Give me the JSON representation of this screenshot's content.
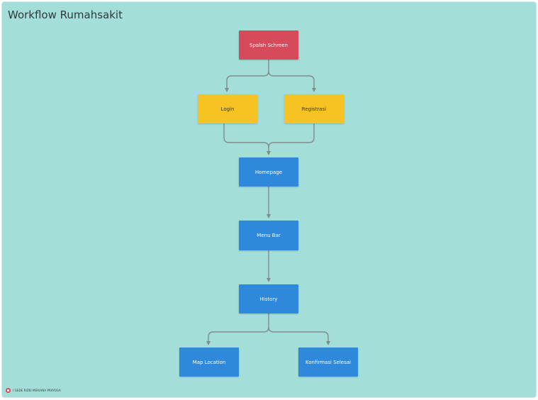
{
  "title": "Workflow Rumahsakit",
  "colors": {
    "background": "#a3dfd8",
    "start_node": "#d64a5b",
    "auth_node": "#f6c323",
    "screen_node": "#2e88dc",
    "connector": "#7f8c8c"
  },
  "nodes": {
    "splash": "Spalsh Schreen",
    "login": "Login",
    "registrasi": "Registrasi",
    "homepage": "Homepage",
    "menu_bar": "Menu Bar",
    "history": "History",
    "map_location": "Map Location",
    "konfirmasi": "Konfirmasi Selesai"
  },
  "edges": [
    [
      "splash",
      "login"
    ],
    [
      "splash",
      "registrasi"
    ],
    [
      "login",
      "homepage"
    ],
    [
      "registrasi",
      "homepage"
    ],
    [
      "homepage",
      "menu_bar"
    ],
    [
      "menu_bar",
      "history"
    ],
    [
      "history",
      "map_location"
    ],
    [
      "history",
      "konfirmasi"
    ]
  ],
  "footer": {
    "author": "I GEDE RIZKI MERIANA PRAYOGA",
    "icon": "user-badge-icon"
  }
}
